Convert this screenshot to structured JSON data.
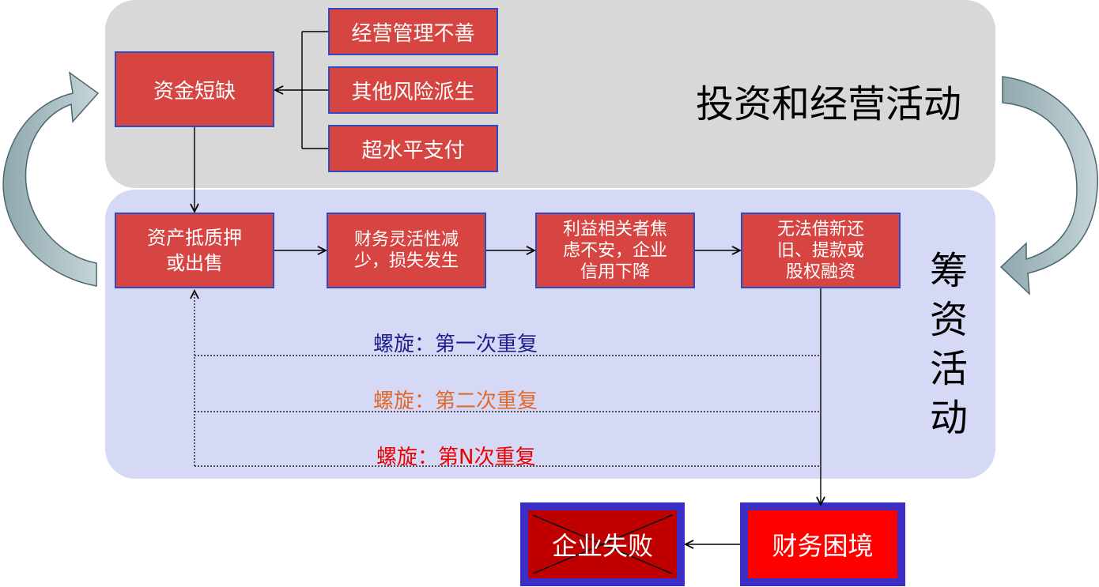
{
  "investment_panel": {
    "title": "投资和经营活动",
    "funding_shortage": "资金短缺",
    "causes": [
      "经营管理不善",
      "其他风险派生",
      "超水平支付"
    ]
  },
  "financing_panel": {
    "title_chars": [
      "筹",
      "资",
      "活",
      "动"
    ],
    "chain": [
      {
        "lines": [
          "资产抵质押",
          "或出售"
        ]
      },
      {
        "lines": [
          "财务灵活性减",
          "少，损失发生"
        ]
      },
      {
        "lines": [
          "利益相关者焦",
          "虑不安，企业",
          "信用下降"
        ]
      },
      {
        "lines": [
          "无法借新还",
          "旧、提款或",
          "股权融资"
        ]
      }
    ],
    "spirals": [
      "螺旋：第一次重复",
      "螺旋：第二次重复",
      "螺旋：第N次重复"
    ]
  },
  "outcomes": {
    "distress": "财务困境",
    "failure": "企业失败"
  },
  "colors": {
    "box_fill": "#d64541",
    "box_border": "#2e4bc0",
    "top_panel": "#d8d8d8",
    "bottom_panel": "#d6d9f5",
    "spiral_1": "#1f1f8f",
    "spiral_2": "#e06a2c",
    "spiral_3": "#ee0000"
  }
}
